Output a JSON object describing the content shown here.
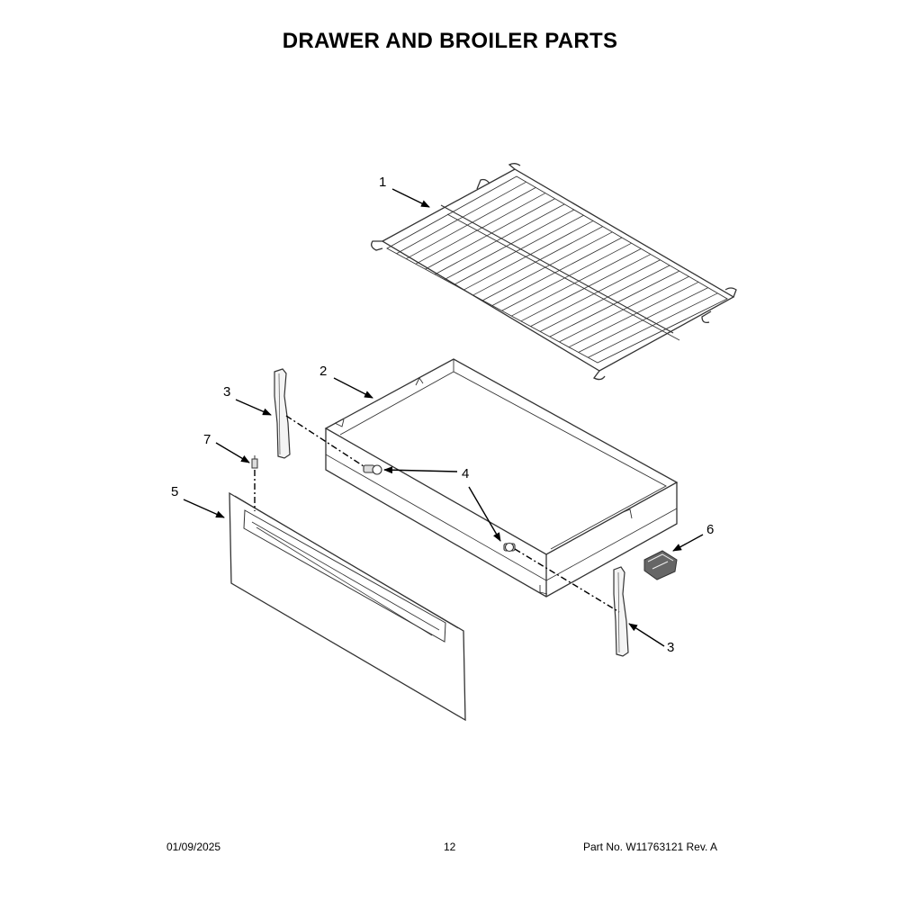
{
  "title": "DRAWER AND BROILER PARTS",
  "callouts": [
    {
      "id": "1",
      "label": "1",
      "part": "broiler-rack"
    },
    {
      "id": "2",
      "label": "2",
      "part": "drawer-pan"
    },
    {
      "id": "3",
      "label": "3",
      "part": "drawer-glide-left"
    },
    {
      "id": "3b",
      "label": "3",
      "part": "drawer-glide-right"
    },
    {
      "id": "4",
      "label": "4",
      "part": "shoulder-screw"
    },
    {
      "id": "5",
      "label": "5",
      "part": "drawer-front-panel"
    },
    {
      "id": "6",
      "label": "6",
      "part": "drawer-clip"
    },
    {
      "id": "7",
      "label": "7",
      "part": "screw"
    }
  ],
  "footer": {
    "date": "01/09/2025",
    "page": "12",
    "part_number": "Part No.  W11763121  Rev.  A"
  }
}
